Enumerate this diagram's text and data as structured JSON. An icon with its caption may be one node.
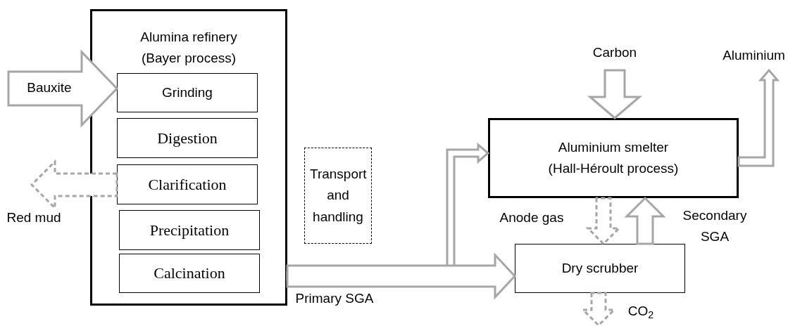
{
  "diagram": {
    "nodes": [
      {
        "text": [
          "Alumina refinery (Bayer process)"
        ]
      },
      {
        "text": [
          "Grinding"
        ],
        "in": 0
      },
      {
        "text": [
          "Digestion"
        ],
        "in": 0
      },
      {
        "text": [
          "Clarification"
        ],
        "in": 0
      },
      {
        "text": [
          "Precipitation"
        ],
        "in": 0
      },
      {
        "text": [
          "Calcination"
        ],
        "in": 0
      },
      {
        "text": [
          "Transport and handling"
        ]
      },
      {
        "text": [
          "Aluminium smelter (Hall-Héroult process)"
        ]
      },
      {
        "text": [
          "Dry scrubber"
        ]
      }
    ],
    "edges": [
      {
        "from": null,
        "to": 1,
        "arrow": "to",
        "label": "Bauxite"
      },
      {
        "from": 3,
        "to": null,
        "arrow": "to",
        "label": "Red mud",
        "style": "dashed"
      },
      {
        "from": 0,
        "to": 8,
        "arrow": "to",
        "label": "Primary SGA"
      },
      {
        "from": 0,
        "to": 7,
        "arrow": "to"
      },
      {
        "from": null,
        "to": 7,
        "arrow": "to",
        "label": "Carbon"
      },
      {
        "from": 7,
        "to": null,
        "arrow": "to",
        "label": "Aluminium"
      },
      {
        "from": 7,
        "to": 8,
        "arrow": "to",
        "label": "Anode gas",
        "style": "dashed"
      },
      {
        "from": 8,
        "to": 7,
        "arrow": "to",
        "label": "Secondary SGA"
      },
      {
        "from": 8,
        "to": null,
        "arrow": "to",
        "label": "CO$_{2}$",
        "style": "dashed"
      }
    ]
  }
}
